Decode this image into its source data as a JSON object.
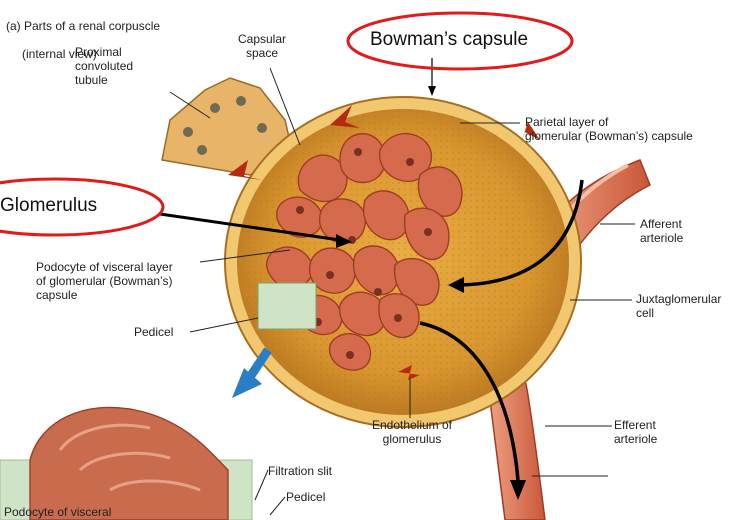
{
  "figure": {
    "heading_line1": "(a) Parts of a renal corpuscle",
    "heading_line2": "(internal view)"
  },
  "highlights": {
    "bowmans_capsule": "Bowman’s capsule",
    "glomerulus": "Glomerulus"
  },
  "labels": {
    "capsular_space": "Capsular\nspace",
    "proximal_tubule": "Proximal\nconvoluted\ntubule",
    "parietal_layer": "Parietal layer of\nglomerular (Bowman’s) capsule",
    "afferent_arteriole": "Afferent\narteriole",
    "juxtaglomerular_cell": "Juxtaglomerular\ncell",
    "podocyte_visceral": "Podocyte of visceral layer\nof glomerular (Bowman’s)\ncapsule",
    "pedicel": "Pedicel",
    "endothelium": "Endothelium of\nglomerulus",
    "efferent_arteriole": "Efferent\narteriole",
    "filtration_slit": "Filtration slit",
    "pedicel_inset": "Pedicel",
    "podocyte_inset": "Podocyte of visceral"
  },
  "colors": {
    "highlight_oval": "#e01b1b",
    "capsule_fill": "#d9962e",
    "capsule_rim": "#f1c870",
    "glomerulus": "#d66a4c",
    "arteriole": "#e07b5a",
    "tubule": "#e8b468",
    "flow_arrow": "#b52a10",
    "blue_arrow": "#2a7fc4",
    "inset_panel": "#cfe4c6"
  },
  "icons": {
    "main_art": "renal-corpuscle-illustration",
    "inset_art": "podocyte-detail-illustration"
  }
}
